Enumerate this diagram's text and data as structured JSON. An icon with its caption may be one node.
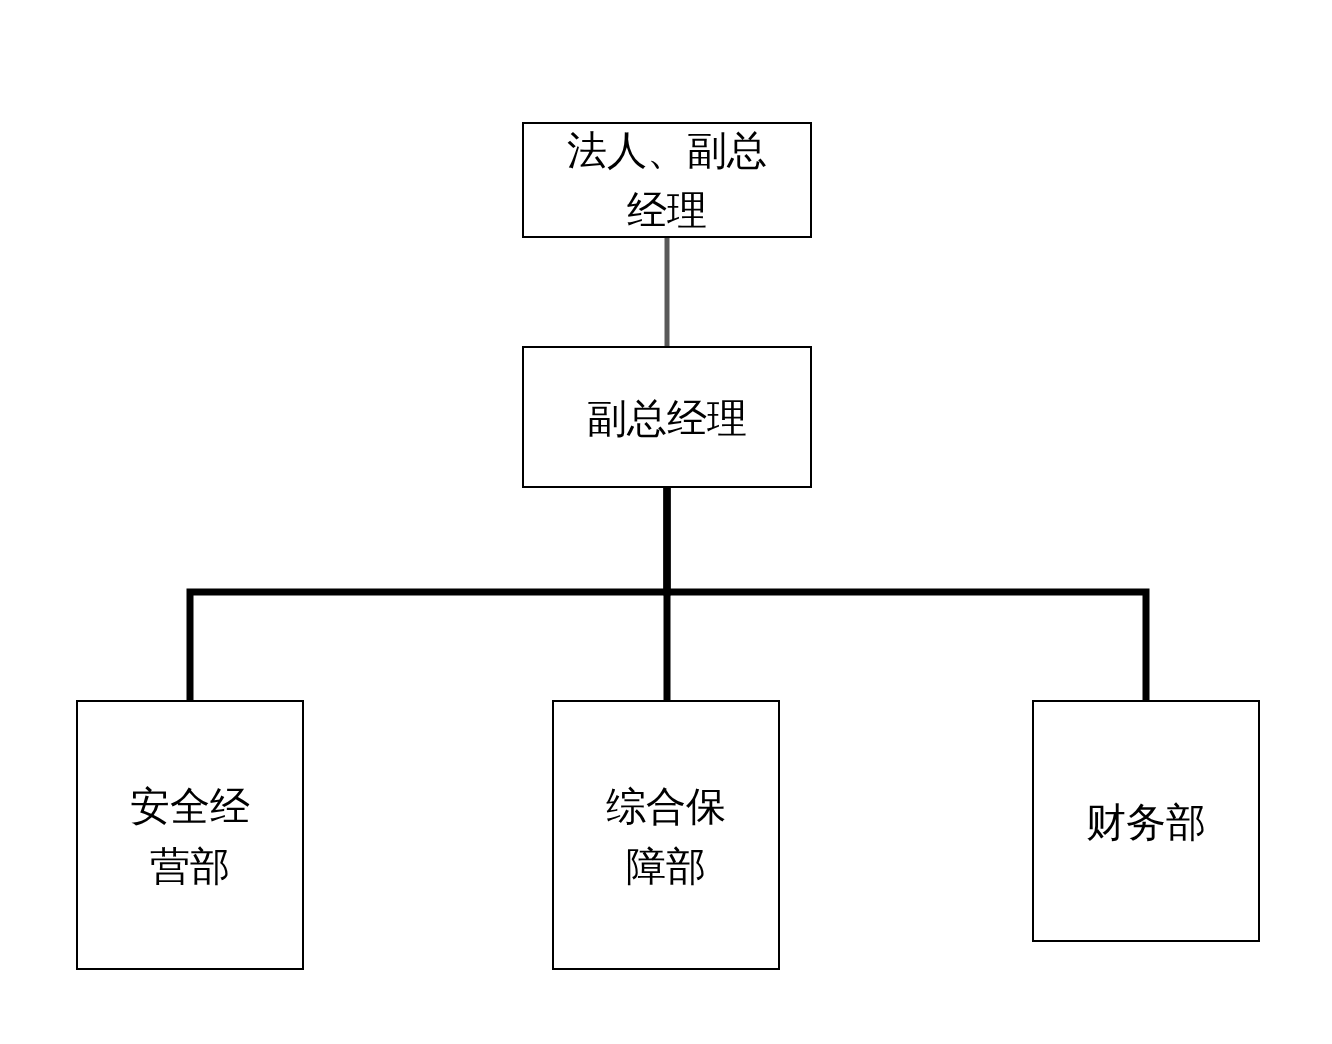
{
  "diagram": {
    "nodes": [
      {
        "text": [
          "法人、副总经理"
        ]
      },
      {
        "text": [
          "副总经理"
        ]
      },
      {
        "text": [
          "安全经营部"
        ]
      },
      {
        "text": [
          "综合保障部"
        ]
      },
      {
        "text": [
          "财务部"
        ]
      }
    ],
    "edges": [
      {
        "from": 0,
        "to": 1,
        "arrow": "none",
        "color": "#595959"
      },
      {
        "from": 1,
        "to": 2,
        "arrow": "none"
      },
      {
        "from": 1,
        "to": 3,
        "arrow": "none"
      },
      {
        "from": 1,
        "to": 4,
        "arrow": "none"
      }
    ]
  }
}
